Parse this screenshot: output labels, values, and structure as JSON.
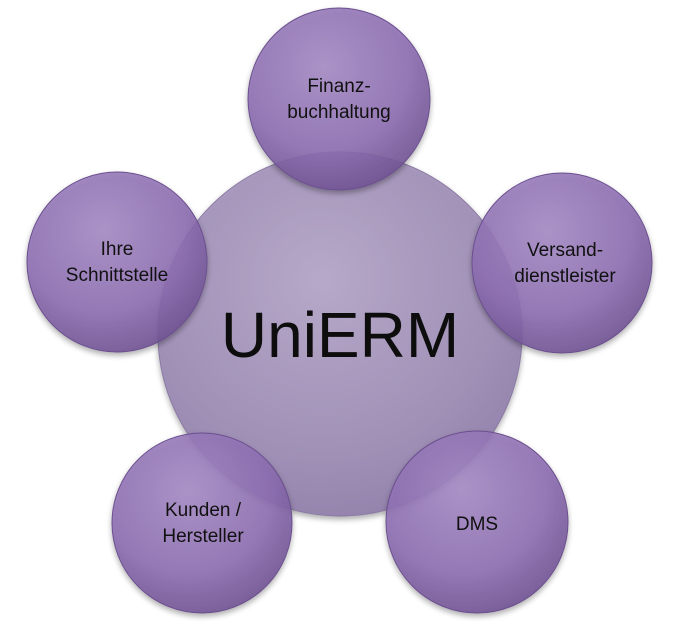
{
  "diagram": {
    "center": {
      "label": "UniERM"
    },
    "nodes": [
      {
        "id": "finanz",
        "lines": [
          "Finanz-",
          "buchhaltung"
        ]
      },
      {
        "id": "versand",
        "lines": [
          "Versand-",
          "dienstleister"
        ]
      },
      {
        "id": "dms",
        "lines": [
          "DMS"
        ]
      },
      {
        "id": "kunden",
        "lines": [
          "Kunden /",
          "Hersteller"
        ]
      },
      {
        "id": "schnittstelle",
        "lines": [
          "Ihre",
          "Schnittstelle"
        ]
      }
    ],
    "colors": {
      "center_fill": "#9f8fb6",
      "node_fill": "#8e6fb2",
      "node_edge": "#6c4f8f",
      "center_edge": "#8a7aa3",
      "background": "#ffffff"
    }
  }
}
